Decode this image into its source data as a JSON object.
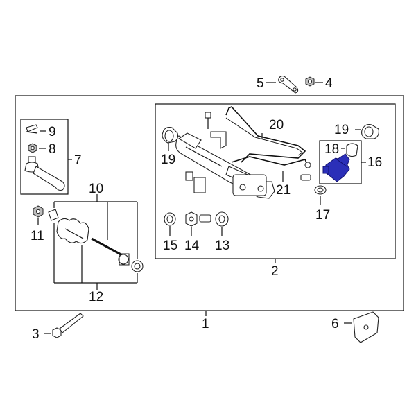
{
  "callouts": {
    "c1": "1",
    "c2": "2",
    "c3": "3",
    "c4": "4",
    "c5": "5",
    "c6": "6",
    "c7": "7",
    "c8": "8",
    "c9": "9",
    "c10": "10",
    "c11": "11",
    "c12": "12",
    "c13": "13",
    "c14": "14",
    "c15": "15",
    "c16": "16",
    "c17": "17",
    "c18": "18",
    "c19a": "19",
    "c19b": "19",
    "c20": "20",
    "c21": "21"
  },
  "colors": {
    "highlight": "#2b2fb8",
    "line": "#111111",
    "shade": "#bdbdbd"
  },
  "highlighted_part": "16"
}
